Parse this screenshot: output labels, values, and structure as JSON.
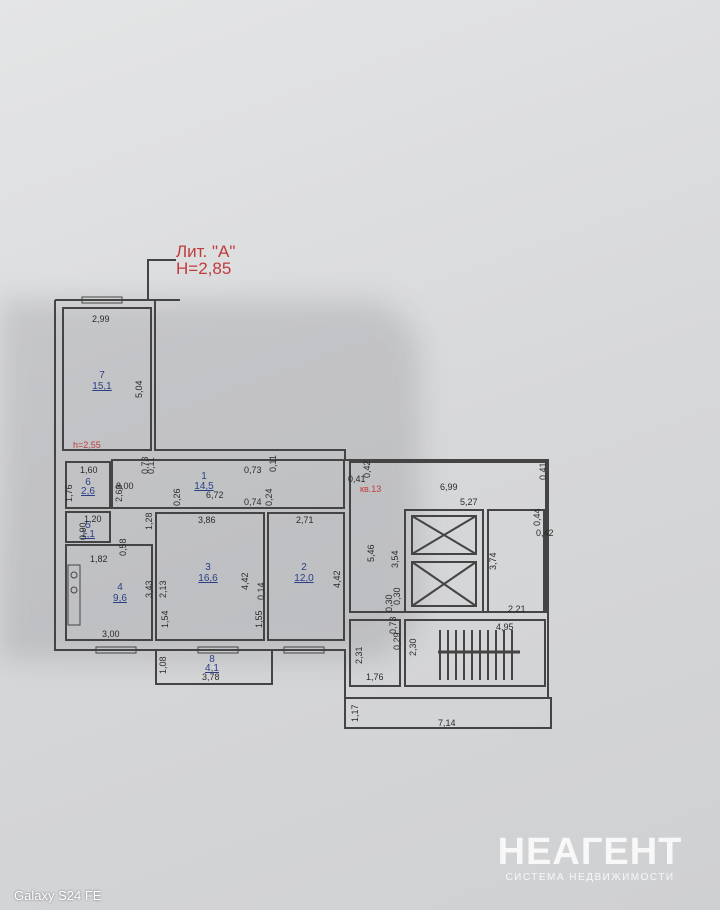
{
  "header": {
    "lit_label": "Лит. \"А\"",
    "height_label": "Н=2,85"
  },
  "apartment_label": "кв.13",
  "room_height_label": "h=2,55",
  "rooms": [
    {
      "id": "room-7",
      "number": "7",
      "area": "15,1"
    },
    {
      "id": "room-1",
      "number": "1",
      "area": "14,5"
    },
    {
      "id": "room-6",
      "number": "6",
      "area": "2,6"
    },
    {
      "id": "room-5",
      "number": "5",
      "area": "1,1"
    },
    {
      "id": "room-4",
      "number": "4",
      "area": "9,6"
    },
    {
      "id": "room-3",
      "number": "3",
      "area": "16,6"
    },
    {
      "id": "room-2",
      "number": "2",
      "area": "12,0"
    },
    {
      "id": "room-8",
      "number": "8",
      "area": "4,1"
    }
  ],
  "dimensions": [
    "2,99",
    "5,04",
    "1,60",
    "8,00",
    "0,73",
    "0,11",
    "6,72",
    "0,74",
    "0,24",
    "0,26",
    "0,73",
    "0,11",
    "2,63",
    "1,76",
    "1,20",
    "0,90",
    "1,82",
    "0,58",
    "1,28",
    "3,86",
    "2,71",
    "3,43",
    "2,13",
    "4,42",
    "0,14",
    "4,42",
    "1,54",
    "1,55",
    "3,00",
    "1,08",
    "3,78",
    "0,42",
    "0,41",
    "6,99",
    "5,27",
    "0,41",
    "0,44",
    "0,42",
    "5,46",
    "3,54",
    "3,74",
    "2,21",
    "0,30",
    "0,30",
    "0,73",
    "0,29",
    "2,31",
    "2,30",
    "4,95",
    "1,76",
    "1,17",
    "7,14"
  ],
  "device_label": "Galaxy S24 FE",
  "watermark": {
    "brand": "НЕАГЕНТ",
    "tagline": "СИСТЕМА НЕДВИЖИМОСТИ"
  }
}
